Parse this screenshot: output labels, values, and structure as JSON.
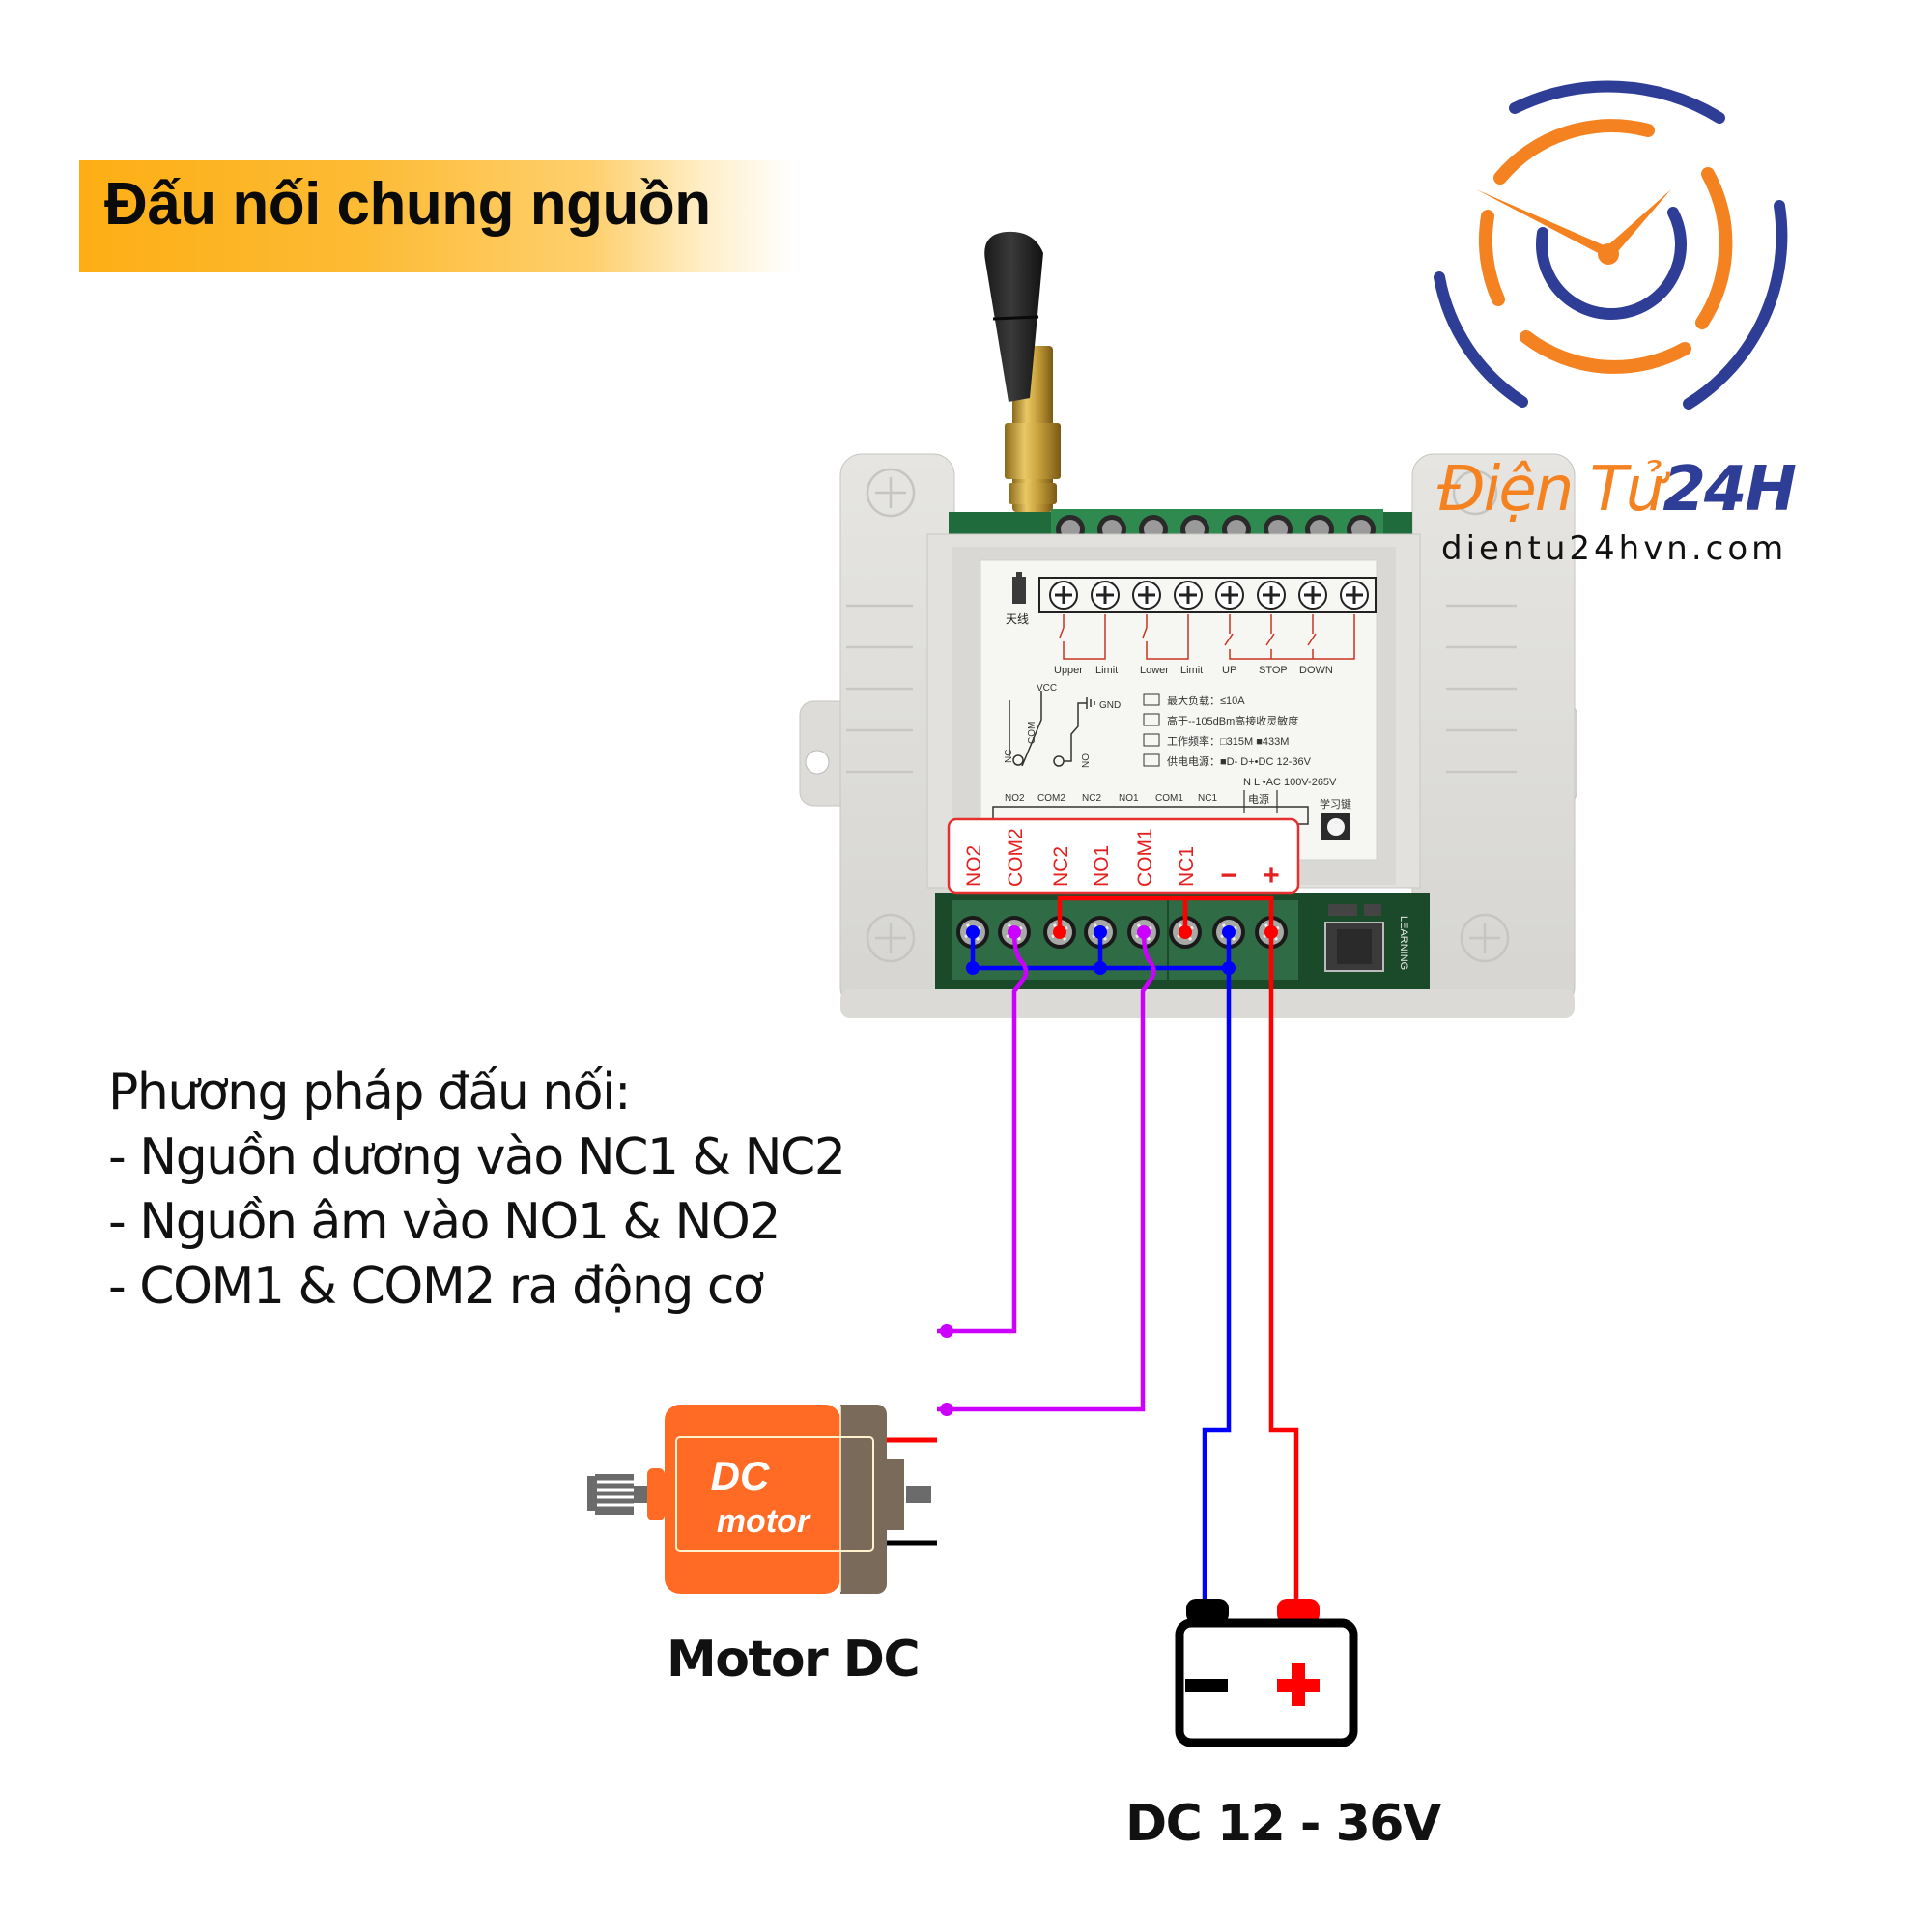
{
  "title": "Đấu nối chung nguồn",
  "logo": {
    "brand_part1": "Điện Tử",
    "brand_part2": "24H",
    "url": "dientu24hvn.com",
    "colors": {
      "orange": "#f58220",
      "blue": "#2e3d96"
    }
  },
  "instructions": {
    "heading": "Phương pháp đấu nối:",
    "lines": [
      "- Nguồn dương vào NC1 & NC2",
      "- Nguồn âm vào NO1 & NO2",
      "- COM1 & COM2 ra động cơ"
    ]
  },
  "relay": {
    "label_plate": {
      "antenna_label": "天线",
      "top_terminal_labels": [
        "Upper",
        "Limit",
        "Lower",
        "Limit",
        "UP",
        "STOP",
        "DOWN"
      ],
      "contact_diagram": {
        "vcc": "VCC",
        "com": "COM",
        "nc": "NC",
        "no": "NO",
        "gnd": "GND"
      },
      "specs": [
        "最大负载：≤10A",
        "高于--105dBm高接收灵敏度",
        "工作频率：□315M ■433M",
        "供电电源：■D-  D+•DC 12-36V"
      ],
      "ac_line": "N   L •AC  100V-265V",
      "power_label": "电源",
      "bottom_terminal_labels": [
        "NO2",
        "COM2",
        "NC2",
        "NO1",
        "COM1",
        "NC1"
      ],
      "learn_key_label": "学习键"
    },
    "terminal_callout": [
      "NO2",
      "COM2",
      "NC2",
      "NO1",
      "COM1",
      "NC1",
      "−",
      "+"
    ],
    "learning_label": "LEARNING"
  },
  "wiring": {
    "colors": {
      "positive": "#ff0000",
      "negative": "#0000ff",
      "motor": "#cc00ff"
    },
    "positive_to": [
      "NC1",
      "NC2"
    ],
    "negative_to": [
      "NO1",
      "NO2"
    ],
    "motor_from": [
      "COM1",
      "COM2"
    ]
  },
  "motor": {
    "icon_text_line1": "DC",
    "icon_text_line2": "motor",
    "caption": "Motor DC",
    "colors": {
      "body": "#ff6a25",
      "cap": "#7a6a5a"
    }
  },
  "battery": {
    "minus": "−",
    "plus": "+",
    "caption": "DC 12 - 36V"
  }
}
